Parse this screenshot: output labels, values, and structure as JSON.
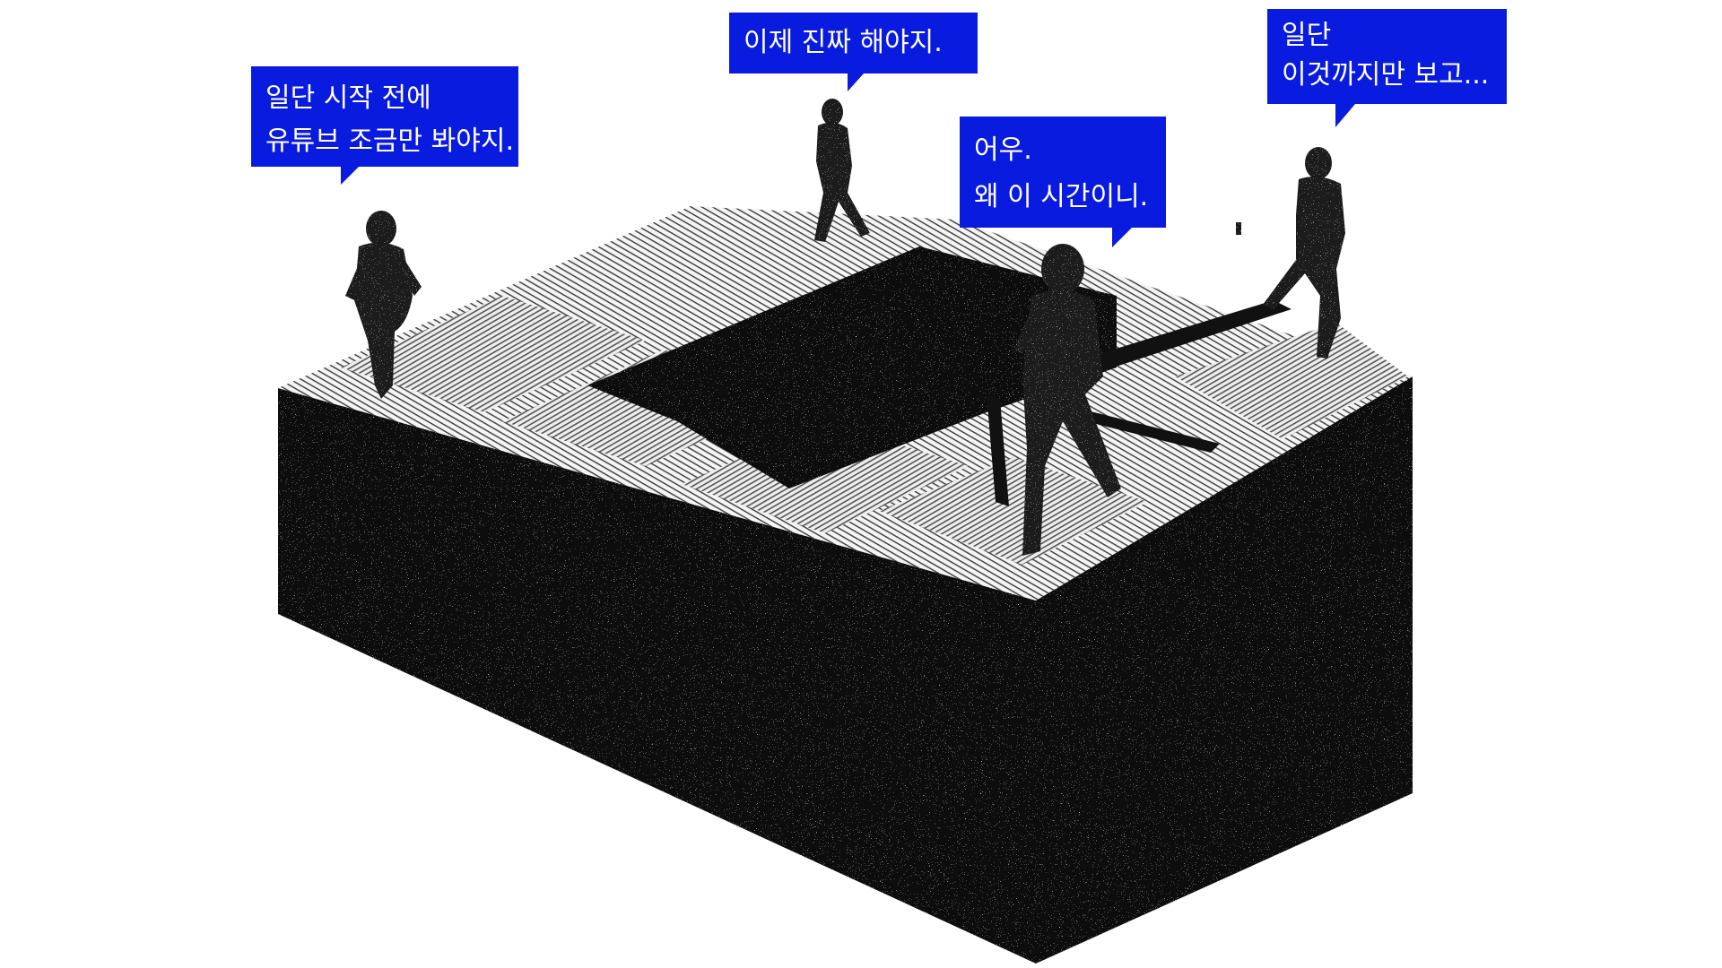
{
  "colors": {
    "bubble": "#0a1be0",
    "bubble_text": "#ffffff",
    "block": "#0b0b0b",
    "surface": "#f2f2f2",
    "figure": "#151515"
  },
  "bubbles": {
    "first": {
      "lines": [
        "일단 시작 전에",
        "유튜브 조금만 봐야지."
      ]
    },
    "second": {
      "lines": [
        "이제 진짜 해야지."
      ]
    },
    "third": {
      "lines": [
        "어우.",
        "왜 이 시간이니."
      ]
    },
    "fourth": {
      "lines": [
        "일단",
        "이것까지만 보고..."
      ]
    }
  }
}
